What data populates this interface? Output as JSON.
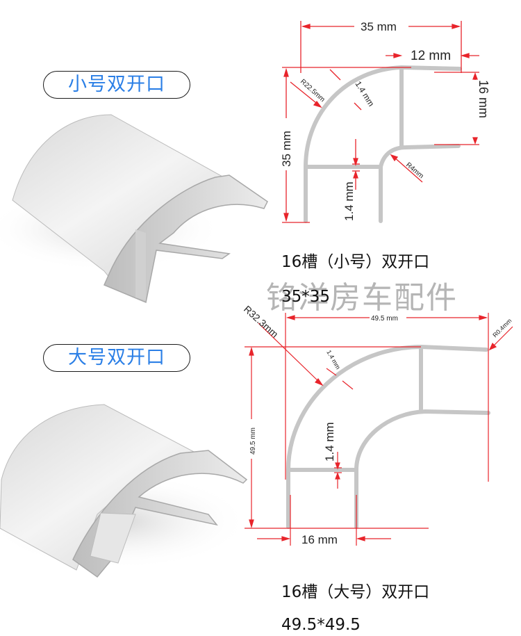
{
  "small": {
    "label": "小号双开口",
    "caption_title": "16槽（小号）双开口",
    "caption_size": "35*35",
    "dims": {
      "width": "35 mm",
      "height": "35 mm",
      "flange": "12 mm",
      "slot": "16 mm",
      "radius_outer": "R22.5mm",
      "wall_arc": "1.4 mm",
      "wall_web": "1.4 mm",
      "radius_inner": "R4mm"
    }
  },
  "large": {
    "label": "大号双开口",
    "caption_title": "16槽（大号）双开口",
    "caption_size": "49.5*49.5",
    "dims": {
      "width": "49.5 mm",
      "height": "49.5 mm",
      "slot": "16 mm",
      "radius_outer": "R32.3mm",
      "wall_arc": "1.4 mm",
      "wall_web": "1.4 mm",
      "radius_tip": "R0.4mm"
    }
  },
  "watermark": "铭洋房车配件",
  "colors": {
    "dimension_line": "#e8242b",
    "profile": "#c6c6c6",
    "label_blue": "#2b7fe6"
  }
}
